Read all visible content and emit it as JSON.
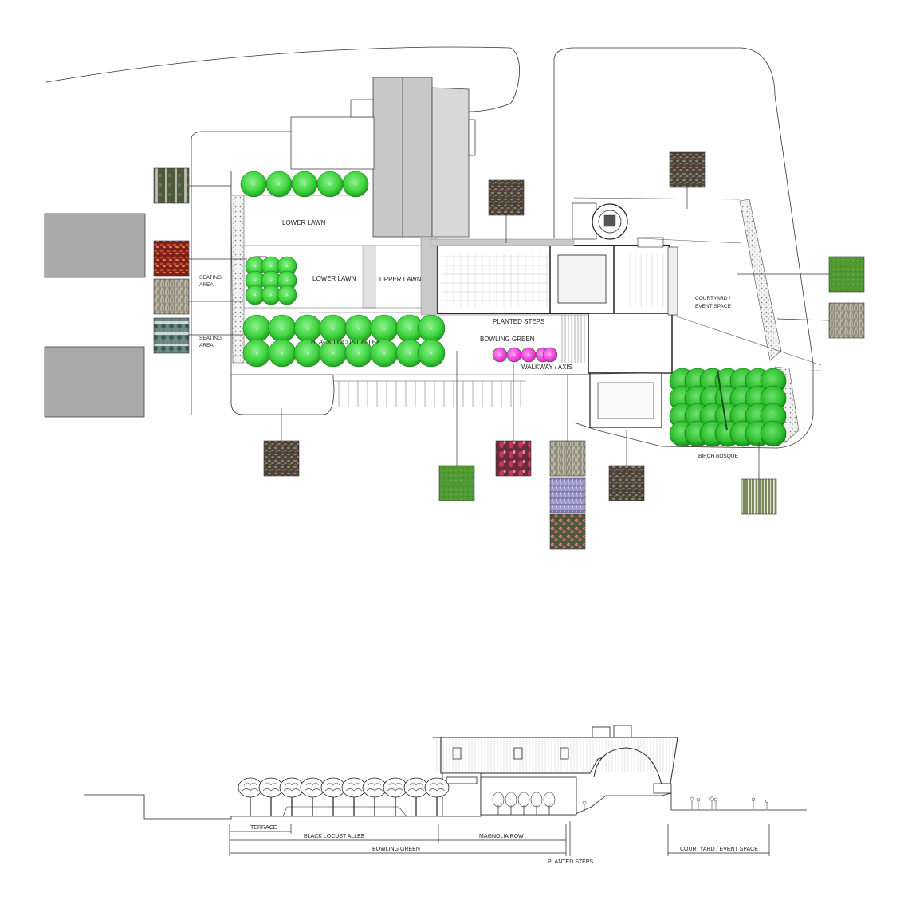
{
  "plan_labels": {
    "lower_lawn_top": "LOWER LAWN",
    "lower_lawn_mid": "LOWER LAWN",
    "upper_lawn": "UPPER LAWN",
    "seating_area_1": [
      "SEATING",
      "AREA"
    ],
    "seating_area_2": [
      "SEATING",
      "AREA"
    ],
    "black_locust_allee": "BLACK LOCUST ALLEE",
    "bowling_green": "BOWLING GREEN",
    "planted_steps": "PLANTED STEPS",
    "walkway_axis": "WALKWAY / AXIS",
    "courtyard_event_space": [
      "COURTYARD /",
      "EVENT SPACE"
    ],
    "birch_bosque": "BIRCH BOSQUE"
  },
  "section_labels": {
    "terrace": "TERRACE",
    "black_locust_allee": "BLACK LOCUST ALLEE",
    "magnolia_row": "MAGNOLIA ROW",
    "bowling_green": "BOWLING GREEN",
    "planted_steps": "PLANTED STEPS",
    "courtyard_event_space": "COURTYARD / EVENT SPACE"
  },
  "colors": {
    "tree_green": "#3fd43f",
    "tree_green_dark": "#1f9e1f",
    "magnolia_pink": "#ff33dd",
    "building_gray": "#a9a9a9",
    "swatch_lawn": "#4f9a33",
    "swatch_grass": "#9a9586",
    "swatch_foliage": "#5a4a40",
    "swatch_red": "#9a2b22",
    "swatch_lavender": "#8e86c0",
    "swatch_coneflower": "#b06080"
  },
  "swatches": [
    {
      "name": "tree-bark-swatch",
      "kind": "bark"
    },
    {
      "name": "foliage-swatch-top",
      "kind": "foliage"
    },
    {
      "name": "foliage-swatch-upper-right",
      "kind": "foliage"
    },
    {
      "name": "red-leaf-swatch",
      "kind": "red"
    },
    {
      "name": "ornamental-grass-swatch-left",
      "kind": "grass"
    },
    {
      "name": "locust-grove-swatch",
      "kind": "grove"
    },
    {
      "name": "lawn-swatch-right",
      "kind": "lawn"
    },
    {
      "name": "ornamental-grass-swatch-right",
      "kind": "grass"
    },
    {
      "name": "foliage-swatch-bottom-left",
      "kind": "foliage"
    },
    {
      "name": "lawn-swatch-bottom",
      "kind": "lawn"
    },
    {
      "name": "magnolia-swatch",
      "kind": "magnolia"
    },
    {
      "name": "grass-plume-swatch",
      "kind": "grass"
    },
    {
      "name": "lavender-swatch",
      "kind": "lavender"
    },
    {
      "name": "coneflower-swatch",
      "kind": "coneflower"
    },
    {
      "name": "foliage-swatch-bottom-right",
      "kind": "foliage"
    },
    {
      "name": "birch-swatch",
      "kind": "birch"
    }
  ]
}
